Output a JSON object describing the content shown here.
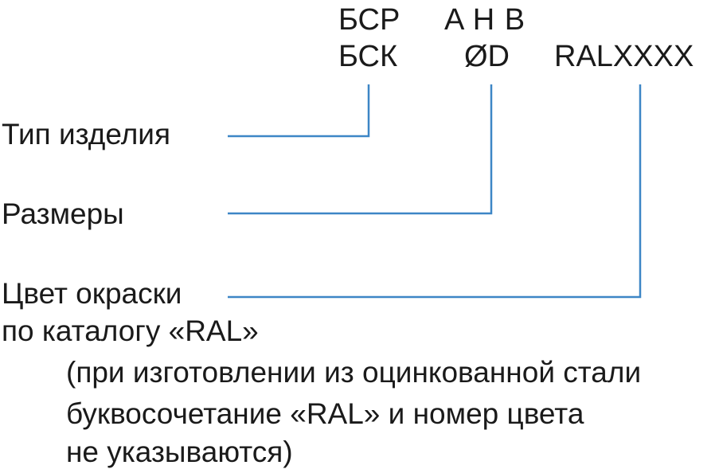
{
  "codes": {
    "product_line1": "БСР",
    "product_line2": "БСК",
    "size_line1": "A H B",
    "size_line2": "ØD",
    "color_code": "RALXXXX"
  },
  "labels": {
    "product_type": "Тип изделия",
    "dimensions": "Размеры",
    "paint_color_line1": "Цвет окраски",
    "paint_color_line2": "по каталогу «RAL»",
    "note_line1": "(при изготовлении из оцинкованной стали",
    "note_line2": "буквосочетание «RAL» и номер цвета",
    "note_line3": "не указываются)"
  },
  "colors": {
    "leader_line": "#3d86c6",
    "text": "#1a1a1a"
  }
}
